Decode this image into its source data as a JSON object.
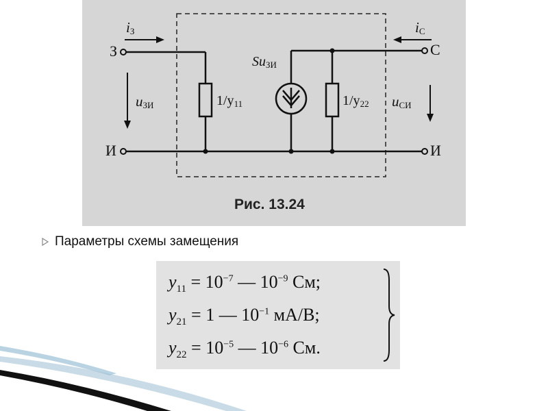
{
  "figure": {
    "caption": "Рис. 13.24",
    "terminals": {
      "gate": "З",
      "drain": "С",
      "source_left": "И",
      "source_right": "И"
    },
    "currents": {
      "gate_sym": "i",
      "gate_sub": "З",
      "drain_sym": "i",
      "drain_sub": "С"
    },
    "voltages": {
      "gs_sym": "u",
      "gs_sub": "ЗИ",
      "ds_sym": "u",
      "ds_sub": "СИ"
    },
    "source_label": {
      "sym": "Su",
      "sub": "ЗИ"
    },
    "resistor1": {
      "prefix": "1/y",
      "sub": "11"
    },
    "resistor2": {
      "prefix": "1/y",
      "sub": "22"
    }
  },
  "bullet": {
    "text": "Параметры схемы замещения"
  },
  "params": {
    "rows": [
      {
        "var": "y",
        "sub": "11",
        "eq": " = 10",
        "exp1": "−7",
        "mid": " — 10",
        "exp2": "−9",
        "unit": " См;"
      },
      {
        "var": "y",
        "sub": "21",
        "eq": " = 1 — 10",
        "exp1": "−1",
        "mid": "",
        "exp2": "",
        "unit": " мА/В;"
      },
      {
        "var": "y",
        "sub": "22",
        "eq": " = 10",
        "exp1": "−5",
        "mid": " — 10",
        "exp2": "−6",
        "unit": " См."
      }
    ]
  }
}
